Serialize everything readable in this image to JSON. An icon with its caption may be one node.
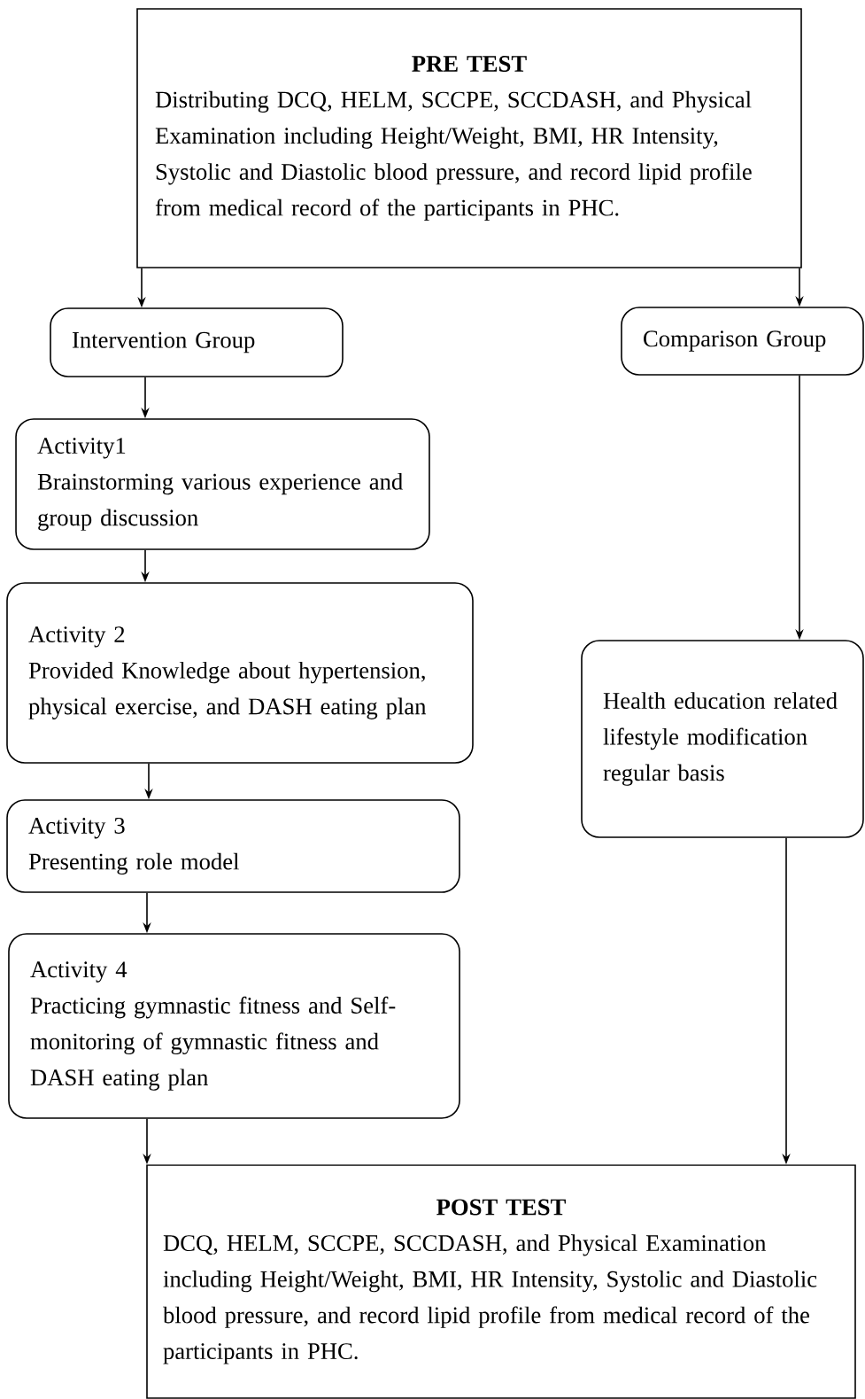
{
  "diagram": {
    "nodes": [
      {
        "text": [
          "PRE TEST",
          "Distributing DCQ, HELM, SCCPE, SCCDASH, and Physical Examination including Height/Weight, BMI, HR Intensity, Systolic and Diastolic blood pressure, and record lipid profile from medical record of the participants in PHC."
        ]
      },
      {
        "text": [
          "Intervention Group"
        ]
      },
      {
        "text": [
          "Comparison Group"
        ]
      },
      {
        "text": [
          "Activity1",
          "Brainstorming various experience and group discussion"
        ]
      },
      {
        "text": [
          "Activity 2",
          "Provided Knowledge about hypertension, physical exercise, and DASH eating plan"
        ]
      },
      {
        "text": [
          "Activity 3",
          "Presenting role model"
        ]
      },
      {
        "text": [
          "Activity 4",
          "Practicing gymnastic fitness and Self-monitoring of gymnastic fitness and DASH eating plan"
        ]
      },
      {
        "text": [
          "Health education related lifestyle modification regular basis"
        ]
      },
      {
        "text": [
          "POST TEST",
          "DCQ, HELM, SCCPE, SCCDASH, and Physical Examination including Height/Weight, BMI, HR Intensity, Systolic and Diastolic blood pressure, and record lipid profile from medical record of the participants in PHC."
        ]
      }
    ],
    "edges": [
      {
        "from": 0,
        "to": 1,
        "arrow": "to"
      },
      {
        "from": 0,
        "to": 2,
        "arrow": "to"
      },
      {
        "from": 1,
        "to": 3,
        "arrow": "to"
      },
      {
        "from": 3,
        "to": 4,
        "arrow": "to"
      },
      {
        "from": 4,
        "to": 5,
        "arrow": "to"
      },
      {
        "from": 5,
        "to": 6,
        "arrow": "to"
      },
      {
        "from": 6,
        "to": 8,
        "arrow": "to"
      },
      {
        "from": 2,
        "to": 7,
        "arrow": "to"
      },
      {
        "from": 7,
        "to": 8,
        "arrow": "to"
      }
    ]
  }
}
